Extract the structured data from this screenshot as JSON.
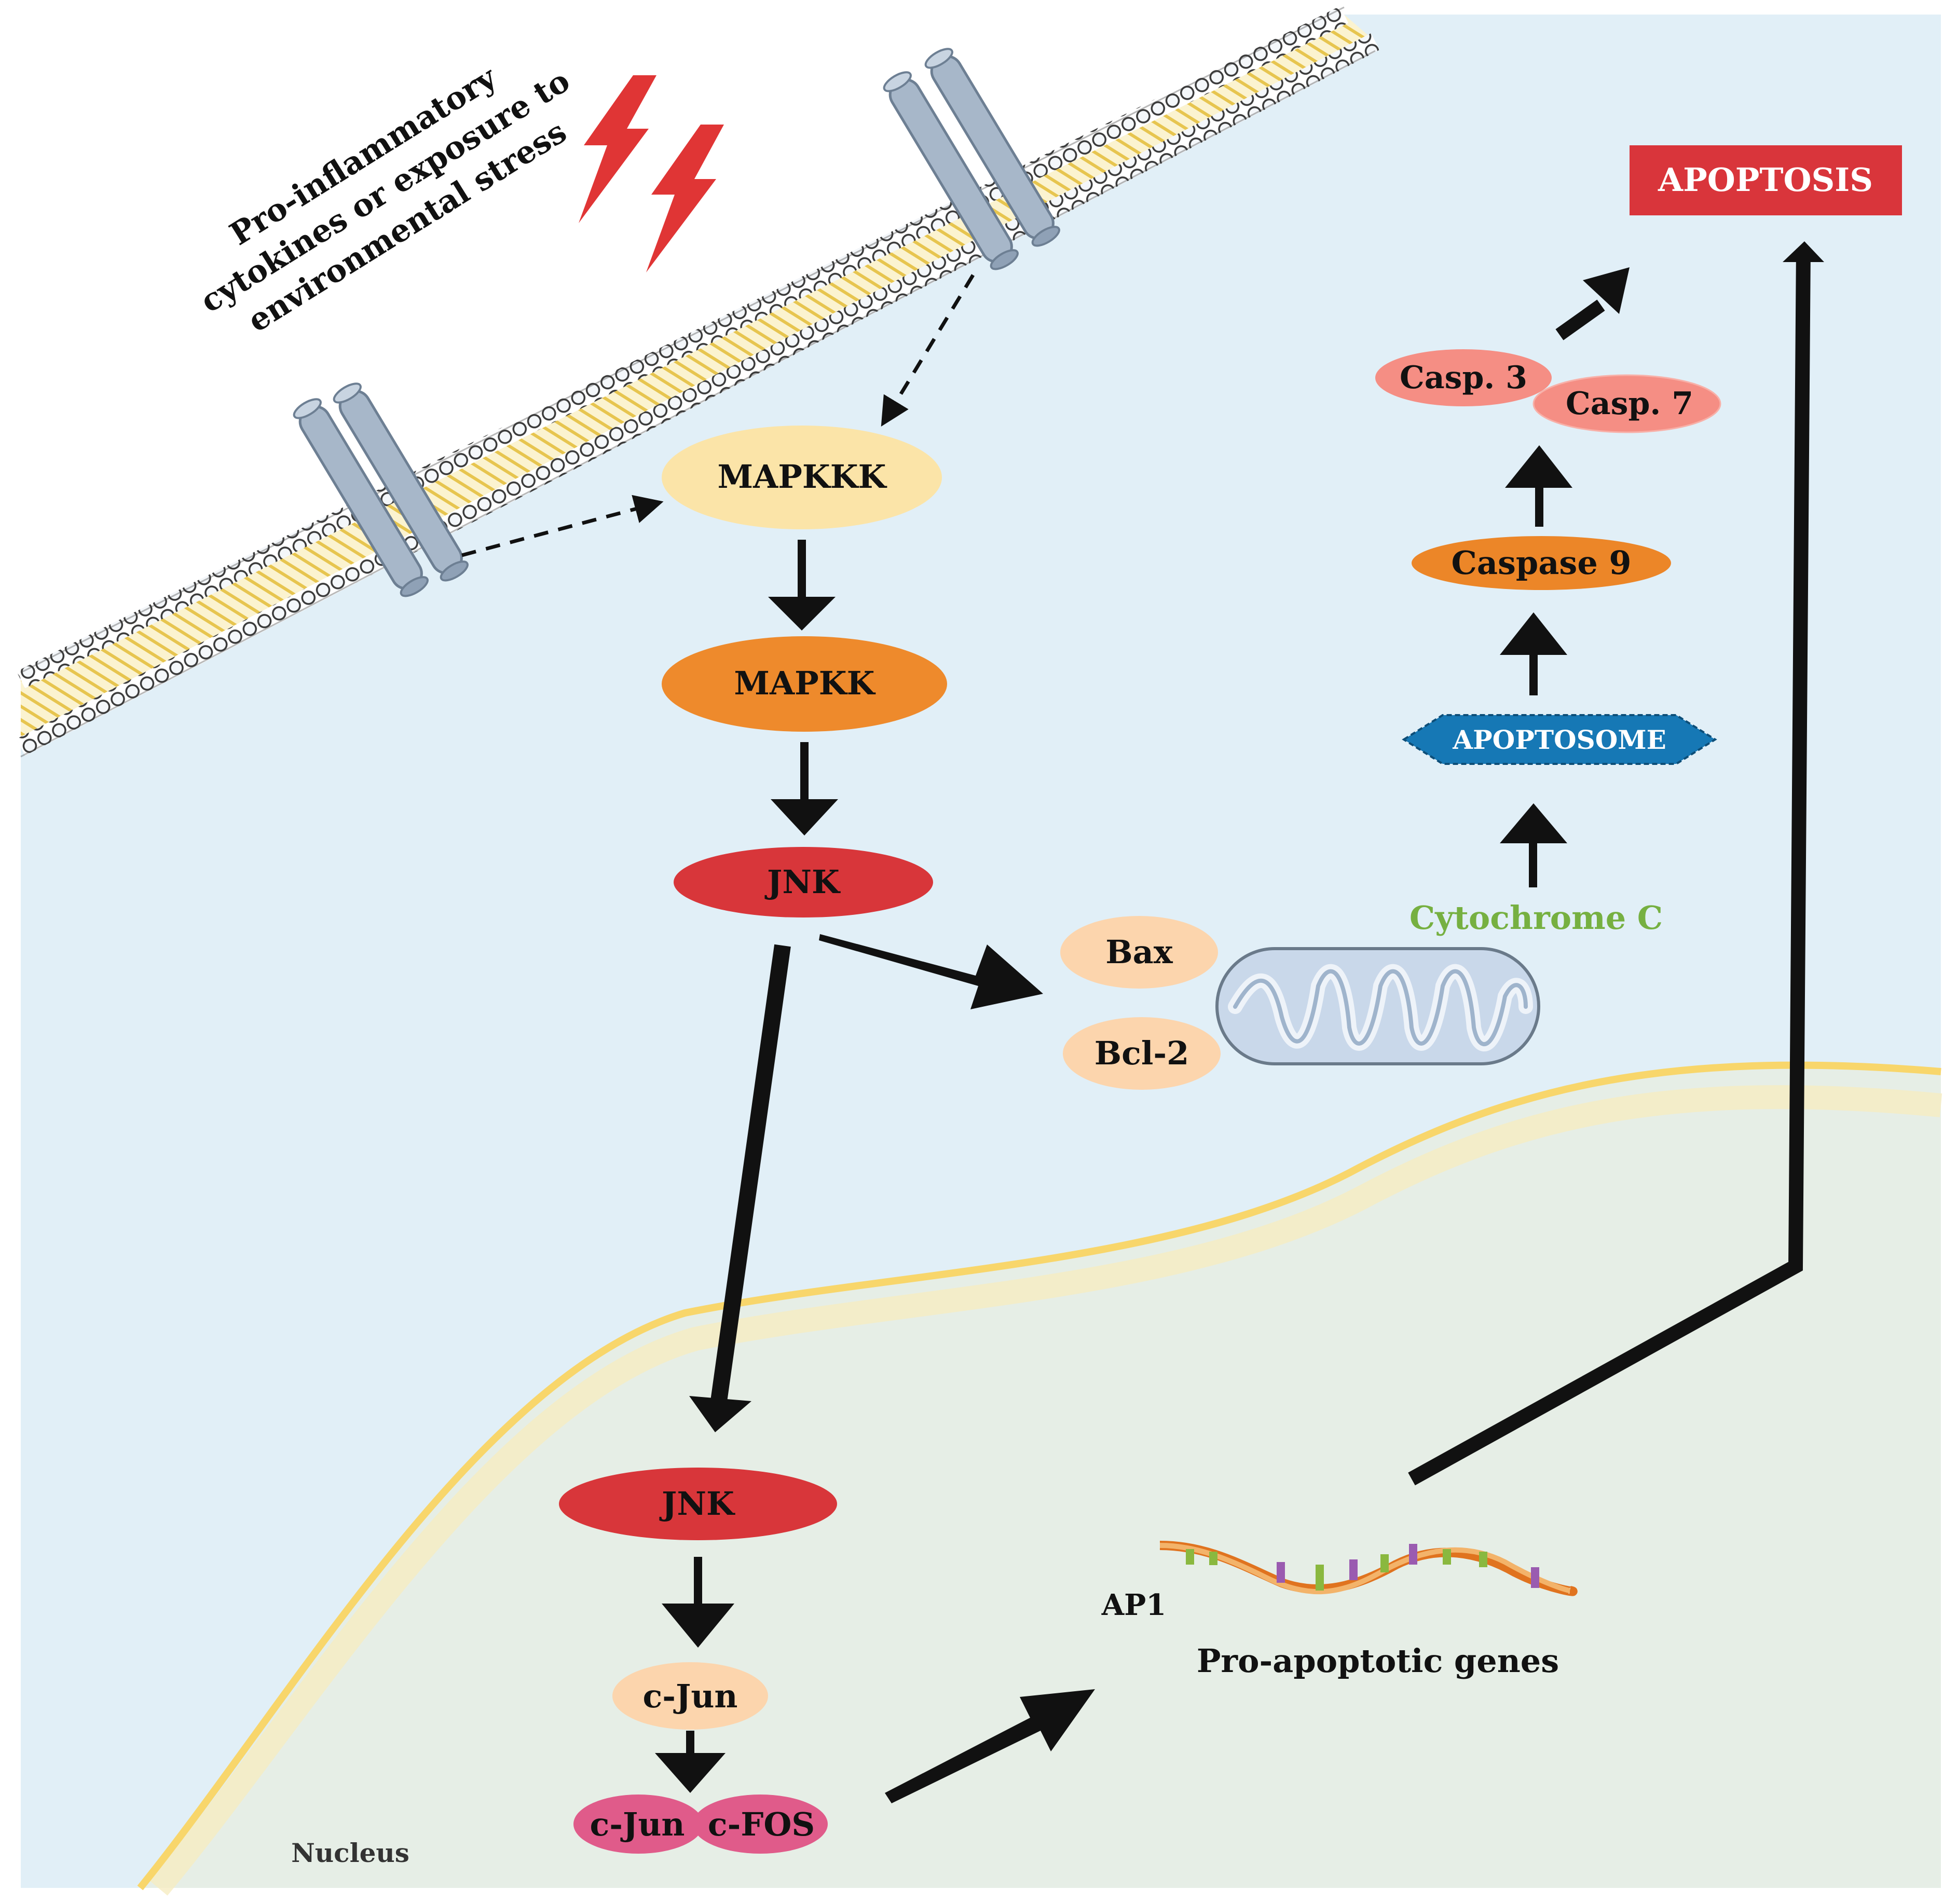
{
  "stimulus": {
    "label_lines": [
      "Pro-inflammatory",
      "cytokines or exposure to",
      "environmental stress"
    ]
  },
  "nodes": {
    "mapkkk": "MAPKKK",
    "mapkk": "MAPKK",
    "jnk_cyto": "JNK",
    "bax": "Bax",
    "bcl2": "Bcl-2",
    "cytochrome": "Cytochrome C",
    "apoptosome": "APOPTOSOME",
    "caspase9": "Caspase 9",
    "casp3": "Casp. 3",
    "casp7": "Casp. 7",
    "apoptosis": "APOPTOSIS",
    "jnk_nuc": "JNK",
    "cjun": "c-Jun",
    "cjun2": "c-Jun",
    "cfos": "c-FOS",
    "ap1": "AP1",
    "genes": "Pro-apoptotic genes",
    "nucleus": "Nucleus"
  },
  "colors": {
    "cytoplasm": "#e1eff7",
    "nucleus_fill": "#e6eee6",
    "nuclear_envelope": "#f8d66b",
    "membrane_head": "#f4f7fa",
    "membrane_tail": "#f0d777",
    "receptor": "#a7b7c9",
    "mapkkk": "#fbe4a8",
    "mapkk": "#ee8a2c",
    "jnk": "#d8363a",
    "bax_bcl2": "#fcd5ad",
    "caspase9": "#ec8628",
    "casp37": "#f58e84",
    "apoptosome": "#1678b5",
    "cytochrome_text": "#76b041",
    "apoptosis_box": "#d9353b",
    "cjun_fos": "#e05b8a",
    "lightning": "#e03535"
  }
}
